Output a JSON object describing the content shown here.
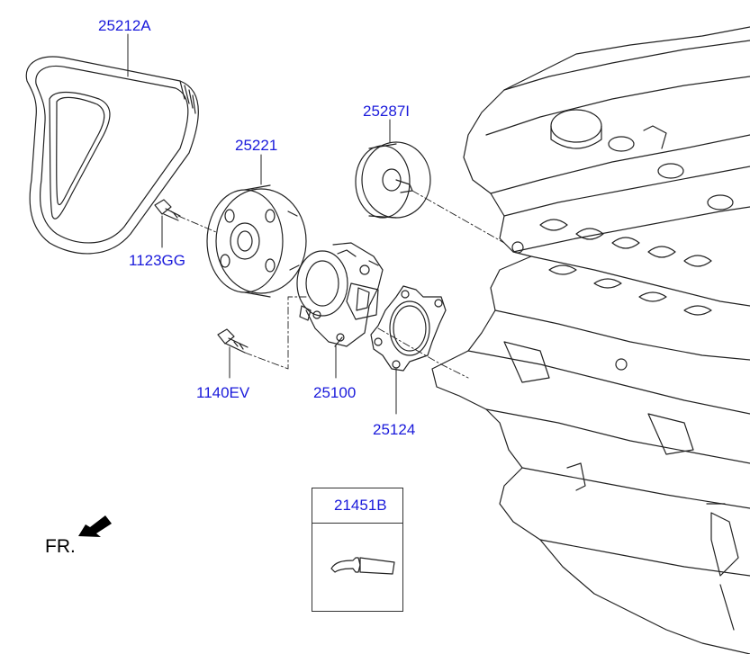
{
  "callouts": {
    "belt": "25212A",
    "pulley": "25221",
    "idler": "25287I",
    "bolt_pulley": "1123GG",
    "bolt_pump": "1140EV",
    "water_pump": "25100",
    "gasket": "25124",
    "sealant": "21451B"
  },
  "direction_label": "FR.",
  "colors": {
    "callout_text": "#1a1adb",
    "linework": "#222222"
  },
  "icons": [
    "direction-arrow-icon",
    "sealant-tube-icon"
  ]
}
